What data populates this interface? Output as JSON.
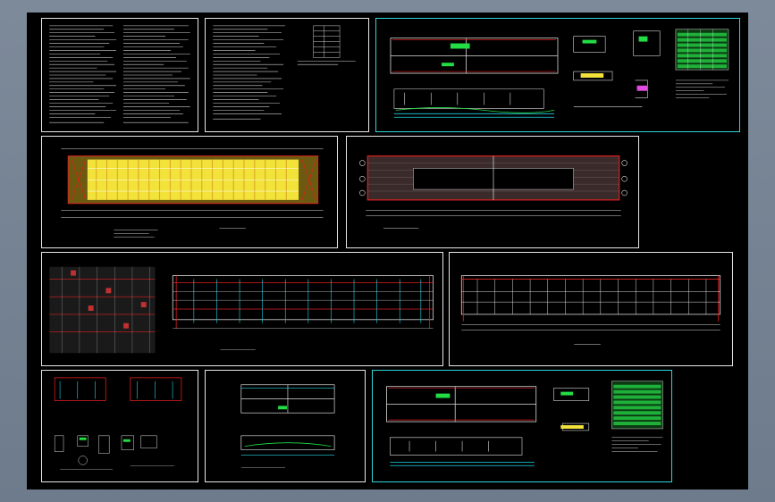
{
  "viewer": {
    "title": "",
    "background_color": "#6f7d8e",
    "canvas_color": "#000000"
  },
  "colors": {
    "frame": "#e8e8e8",
    "frame_cyan": "#2fd6d6",
    "line_white": "#dcdcdc",
    "red": "#e02020",
    "green": "#22dd44",
    "yellow": "#f2e23a",
    "cyan": "#22d6e6",
    "magenta": "#e24be2"
  },
  "sheets": [
    {
      "id": "general-notes-1",
      "kind": "text-notes"
    },
    {
      "id": "general-notes-2",
      "kind": "text-notes-with-table"
    },
    {
      "id": "pool-plan-and-sections-a",
      "kind": "plan-sections-table"
    },
    {
      "id": "foundation-rebar-plan",
      "kind": "rebar-plan-yellow"
    },
    {
      "id": "bottom-slab-plan",
      "kind": "slab-plan-red"
    },
    {
      "id": "column-layout-and-wall-elevation",
      "kind": "grid-and-elevation"
    },
    {
      "id": "wall-elevation-2",
      "kind": "elevation"
    },
    {
      "id": "detail-sections",
      "kind": "details"
    },
    {
      "id": "section-detail",
      "kind": "section"
    },
    {
      "id": "pool-plan-and-sections-b",
      "kind": "plan-sections-table"
    }
  ]
}
